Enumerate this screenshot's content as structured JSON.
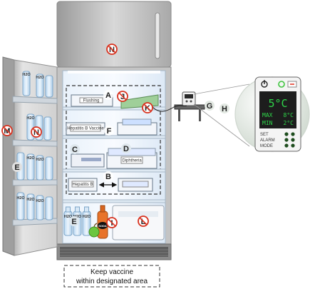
{
  "labels": {
    "A": "A",
    "B": "B",
    "C": "C",
    "D": "D",
    "E": "E",
    "F": "F",
    "G": "G",
    "H": "H",
    "I": "I",
    "J": "J",
    "K": "K",
    "L": "L",
    "M": "M",
    "N": "N"
  },
  "bottle_label": "H2O",
  "soda_label": "SODA",
  "basket_labels": {
    "top": "Flushing",
    "middle": "Hepatitis B Vaccine",
    "right": "Diphtheria",
    "lower": "Hepatitis B"
  },
  "monitor": {
    "temp_current": "5°C",
    "max_label": "MAX",
    "max_value": "8°C",
    "min_label": "MIN",
    "min_value": "2°C",
    "buttons": [
      "SET",
      "ALARM",
      "MODE"
    ]
  },
  "caption": {
    "line1": "Keep vaccine",
    "line2": "within designated area"
  },
  "colors": {
    "fridge_body": "#c8c8c8",
    "interior_glow": "#cfe3f5",
    "display_bg": "#1d1d1d",
    "display_text": "#2fd64a",
    "power_green": "#3cc43c",
    "power_red": "#e23b2b",
    "badge_red": "#d8321f"
  }
}
